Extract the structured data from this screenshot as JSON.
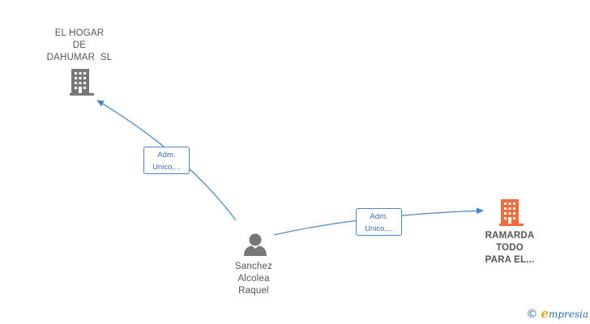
{
  "nodes": {
    "company_a": {
      "name_lines": [
        "EL HOGAR",
        "DE",
        "DAHUMAR  SL"
      ],
      "icon": "building-icon",
      "color": "#777777"
    },
    "company_b": {
      "name_lines": [
        "RAMARDA",
        "TODO",
        "PARA EL..."
      ],
      "icon": "building-icon",
      "color": "#f26b3a"
    },
    "person": {
      "name_lines": [
        "Sanchez",
        "Alcolea",
        "Raquel"
      ],
      "icon": "person-icon",
      "color": "#777777"
    }
  },
  "edges": [
    {
      "from": "person",
      "to": "company_a",
      "label_lines": [
        "Adm.",
        "Unico,..."
      ]
    },
    {
      "from": "person",
      "to": "company_b",
      "label_lines": [
        "Adm.",
        "Unico,..."
      ]
    }
  ],
  "colors": {
    "edge": "#4a86c8",
    "label_text": "#555555"
  },
  "watermark": {
    "symbol": "©",
    "brand_first": "e",
    "brand_rest": "mpresia"
  }
}
